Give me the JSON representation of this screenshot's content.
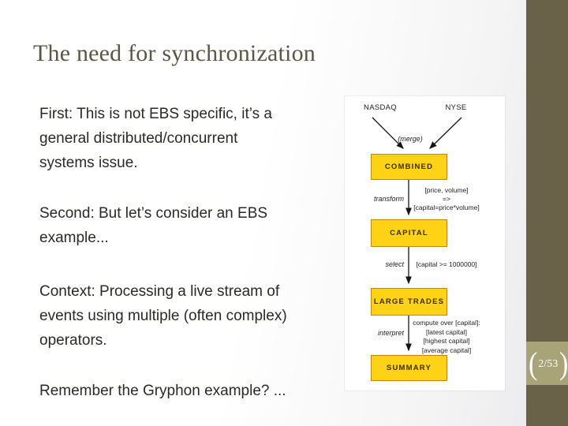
{
  "slide": {
    "title": "The need for synchronization",
    "paragraphs": [
      {
        "lines": [
          "First: This is not EBS specific, it’s a",
          "general distributed/concurrent",
          "systems issue."
        ]
      },
      {
        "lines": [
          "Second: But let’s consider an EBS",
          "example..."
        ]
      },
      {
        "lines": [
          "Context: Processing a live stream of",
          "events using multiple (often complex)",
          "operators."
        ]
      },
      {
        "lines": [
          "Remember the Gryphon example? ..."
        ]
      }
    ]
  },
  "diagram": {
    "sources": [
      "NASDAQ",
      "NYSE"
    ],
    "merge_label": "(merge)",
    "nodes": [
      "COMBINED",
      "CAPITAL",
      "LARGE TRADES",
      "SUMMARY"
    ],
    "edges": [
      {
        "op": "transform",
        "lines": [
          "[price, volume]",
          "=>",
          "[capital=price*volume]"
        ]
      },
      {
        "op": "select",
        "lines": [
          "[capital >= 1000000]"
        ]
      },
      {
        "op": "interpret",
        "lines": [
          "compute over [capital]:",
          "[latest capital]",
          "[highest capital]",
          "[average capital]"
        ]
      }
    ]
  },
  "badge": {
    "left_bracket": "(",
    "label": "2/53",
    "right_bracket": ")"
  },
  "colors": {
    "accent_bar": "#6a6149",
    "badge_background": "#a9a378",
    "node_fill": "#ffd215",
    "node_border": "#c8860a",
    "title_text": "#5c5646",
    "body_text": "#2b2a26"
  }
}
